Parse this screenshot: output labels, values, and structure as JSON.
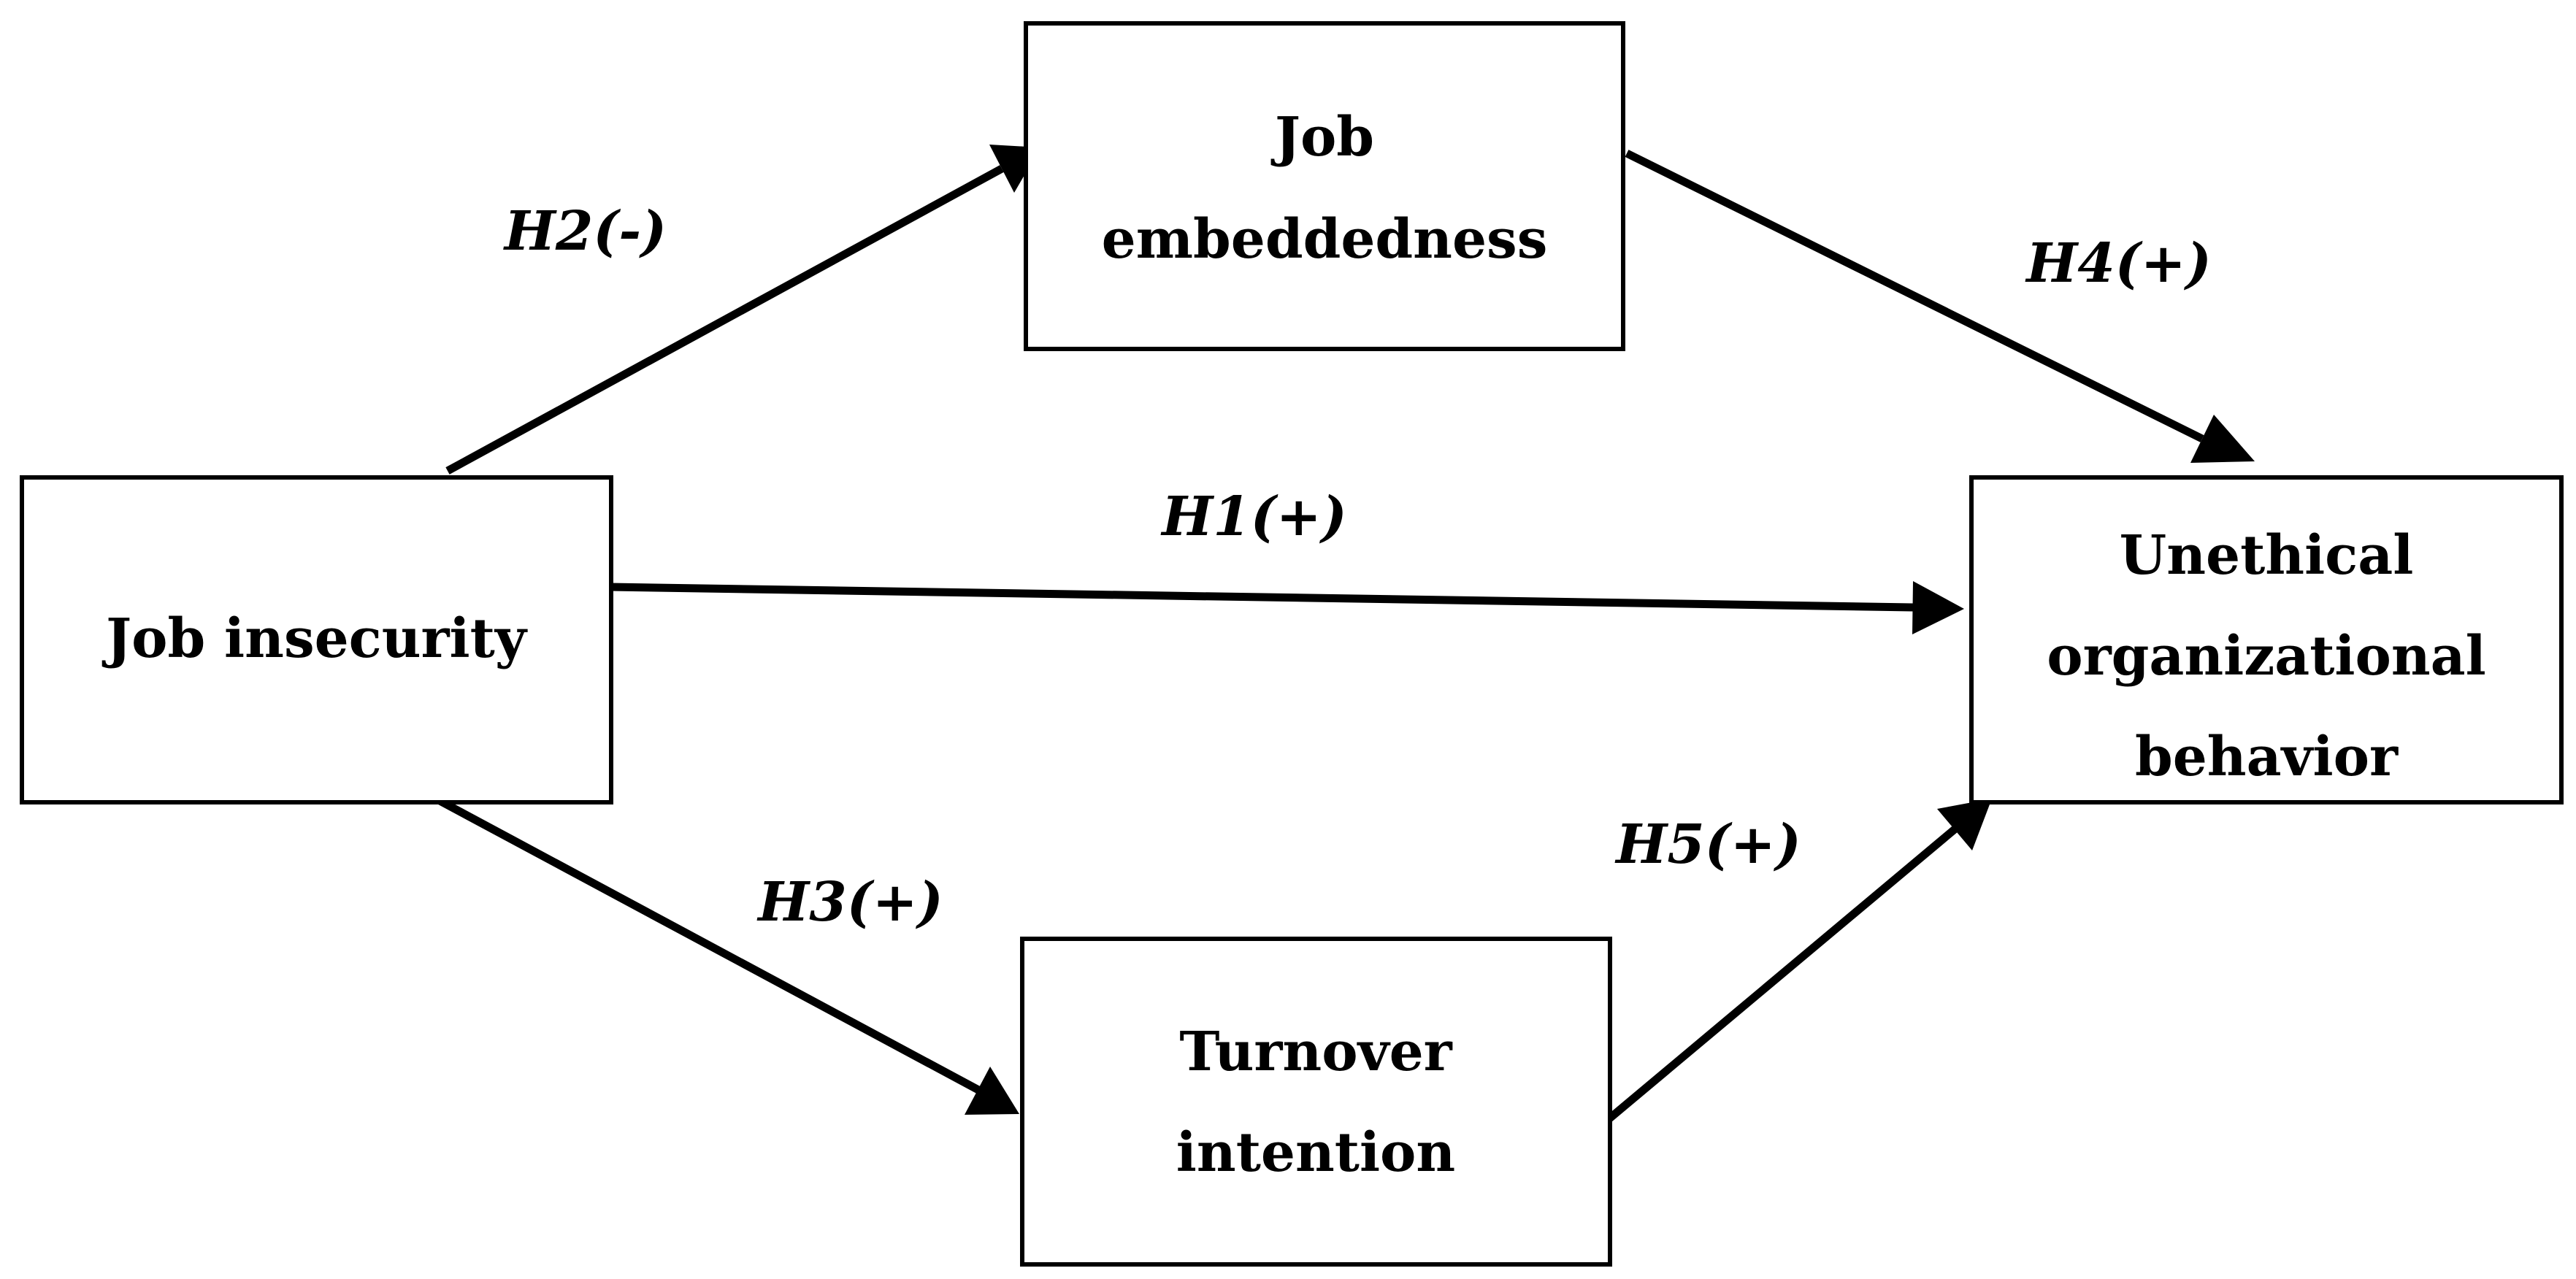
{
  "nodes": {
    "job_insecurity": {
      "lines": [
        "Job insecurity"
      ]
    },
    "job_embeddedness": {
      "lines": [
        "Job",
        "embeddedness"
      ]
    },
    "turnover_intention": {
      "lines": [
        "Turnover",
        "intention"
      ]
    },
    "unethical_behavior": {
      "lines": [
        "Unethical",
        "organizational",
        "behavior"
      ]
    }
  },
  "edges": {
    "h1": {
      "from": "Job insecurity",
      "to": "Unethical organizational behavior",
      "label": "H1(+)"
    },
    "h2": {
      "from": "Job insecurity",
      "to": "Job embeddedness",
      "label": "H2(-)"
    },
    "h3": {
      "from": "Job insecurity",
      "to": "Turnover intention",
      "label": "H3(+)"
    },
    "h4": {
      "from": "Job embeddedness",
      "to": "Unethical organizational behavior",
      "label": "H4(+)"
    },
    "h5": {
      "from": "Turnover intention",
      "to": "Unethical organizational behavior",
      "label": "H5(+)"
    }
  }
}
